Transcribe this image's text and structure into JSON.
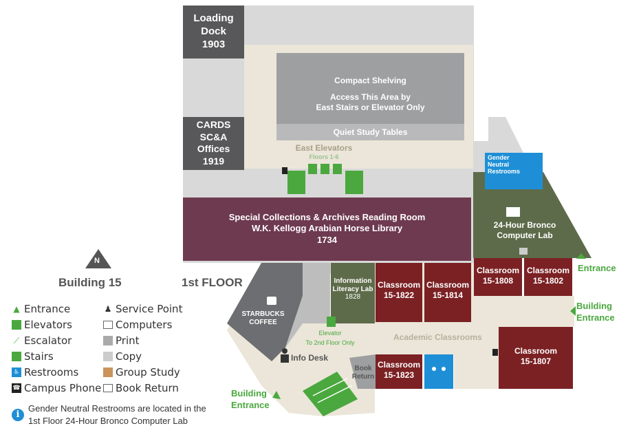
{
  "map": {
    "building": "Building 15",
    "floor": "1st FLOOR",
    "north": "N",
    "rooms": {
      "loading_dock": [
        "Loading",
        "Dock",
        "1903"
      ],
      "cards_offices": [
        "CARDS",
        "SC&A",
        "Offices",
        "1919"
      ],
      "compact_shelving_title": "Compact Shelving",
      "compact_shelving_note": [
        "Access This Area by",
        "East Stairs or Elevator Only"
      ],
      "quiet_study": "Quiet Study Tables",
      "east_elevators": "East Elevators",
      "east_elevators_floors": "Floors 1-6",
      "reading_room": [
        "Special Collections & Archives Reading Room",
        "W.K. Kellogg Arabian Horse Library",
        "1734"
      ],
      "gender_neutral": [
        "Gender",
        "Neutral",
        "Restrooms"
      ],
      "computer_lab": [
        "24-Hour Bronco",
        "Computer Lab"
      ],
      "info_lit_lab": [
        "Information",
        "Literacy Lab",
        "1828"
      ],
      "elevator_note": [
        "Elevator",
        "To 2nd Floor Only"
      ],
      "academic": "Academic Classrooms",
      "starbucks": [
        "STARBUCKS",
        "COFFEE"
      ],
      "info_desk": "Info Desk",
      "book_return": [
        "Book",
        "Return"
      ],
      "classrooms": [
        [
          "Classroom",
          "15-1822"
        ],
        [
          "Classroom",
          "15-1814"
        ],
        [
          "Classroom",
          "15-1808"
        ],
        [
          "Classroom",
          "15-1802"
        ],
        [
          "Classroom",
          "15-1823"
        ],
        [
          "Classroom",
          "15-1807"
        ]
      ]
    },
    "entrances": {
      "east_top": "Entrance",
      "east_building": [
        "Building",
        "Entrance"
      ],
      "south_building": [
        "Building",
        "Entrance"
      ]
    },
    "colors": {
      "corridor": "#ebe6d9",
      "grey_area": "#d9d9d9",
      "dark_grey": "#58585a",
      "shelving": "#9e9fa1",
      "reading_room": "#6e3a4f",
      "classroom": "#7b2124",
      "olive": "#5e6b4a",
      "green": "#4aa83e",
      "restroom_blue": "#1e8fd6"
    }
  },
  "legend": {
    "left": [
      "Entrance",
      "Elevators",
      "Escalator",
      "Stairs",
      "Restrooms",
      "Campus Phone"
    ],
    "right": [
      "Service Point",
      "Computers",
      "Print",
      "Copy",
      "Group Study",
      "Book Return"
    ],
    "note": [
      "Gender Neutral Restrooms are located in the",
      "1st Floor 24-Hour Bronco Computer Lab"
    ]
  }
}
